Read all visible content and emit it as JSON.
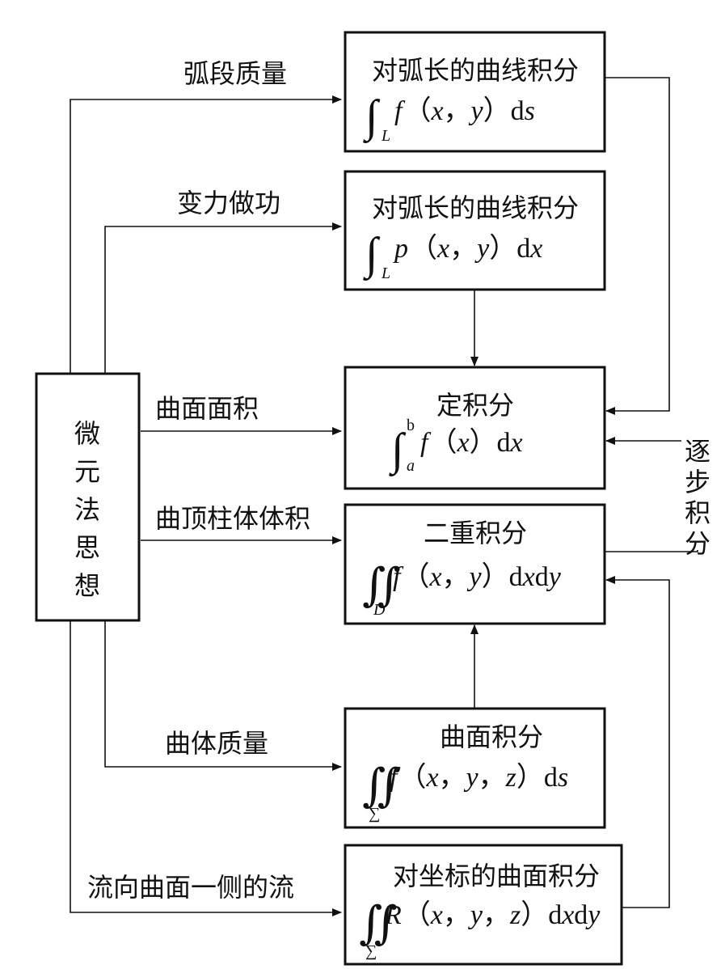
{
  "central": {
    "label": [
      "微",
      "元",
      "法",
      "思",
      "想"
    ]
  },
  "side_label": {
    "label": [
      "逐",
      "步",
      "积",
      "分"
    ]
  },
  "edges": {
    "arc_mass": "弧段质量",
    "variable_force_work": "变力做功",
    "surface_area": "曲面面积",
    "top_cylinder_volume": "曲顶柱体体积",
    "solid_mass": "曲体质量",
    "flux": "流向曲面一侧的流"
  },
  "boxes": {
    "arc_integral_1": {
      "title": "对弧长的曲线积分",
      "integral": "∫",
      "lower": "L",
      "f": "f",
      "paren_open": "（",
      "x": "x",
      "comma": "，",
      "y": "y",
      "paren_close": "）",
      "d": "d",
      "var": "s"
    },
    "arc_integral_2": {
      "title": "对弧长的曲线积分",
      "integral": "∫",
      "lower": "L",
      "f": "p",
      "paren_open": "（",
      "x": "x",
      "comma": "，",
      "y": "y",
      "paren_close": "）",
      "d": "d",
      "var": "x"
    },
    "definite_integral": {
      "title": "定积分",
      "integral": "∫",
      "upper": "b",
      "lower": "a",
      "f": "f",
      "paren_open": "（",
      "x": "x",
      "paren_close": "）",
      "d": "d",
      "var": "x"
    },
    "double_integral": {
      "title": "二重积分",
      "integral": "∬",
      "lower": "D",
      "f": "f",
      "paren_open": "（",
      "x": "x",
      "comma": "，",
      "y": "y",
      "paren_close": "）",
      "d1": "d",
      "v1": "x",
      "d2": "d",
      "v2": "y"
    },
    "surface_integral": {
      "title": "曲面积分",
      "integral": "∬",
      "lower": "∑",
      "f": "f",
      "paren_open": "（",
      "x": "x",
      "comma1": "，",
      "y": "y",
      "comma2": "，",
      "z": "z",
      "paren_close": "）",
      "d": "d",
      "var": "s"
    },
    "coord_surface_integral": {
      "title": "对坐标的曲面积分",
      "integral": "∬",
      "lower": "∑",
      "f": "R",
      "paren_open": "（",
      "x": "x",
      "comma1": "，",
      "y": "y",
      "comma2": "，",
      "z": "z",
      "paren_close": "）",
      "d1": "d",
      "v1": "x",
      "d2": "d",
      "v2": "y"
    }
  }
}
